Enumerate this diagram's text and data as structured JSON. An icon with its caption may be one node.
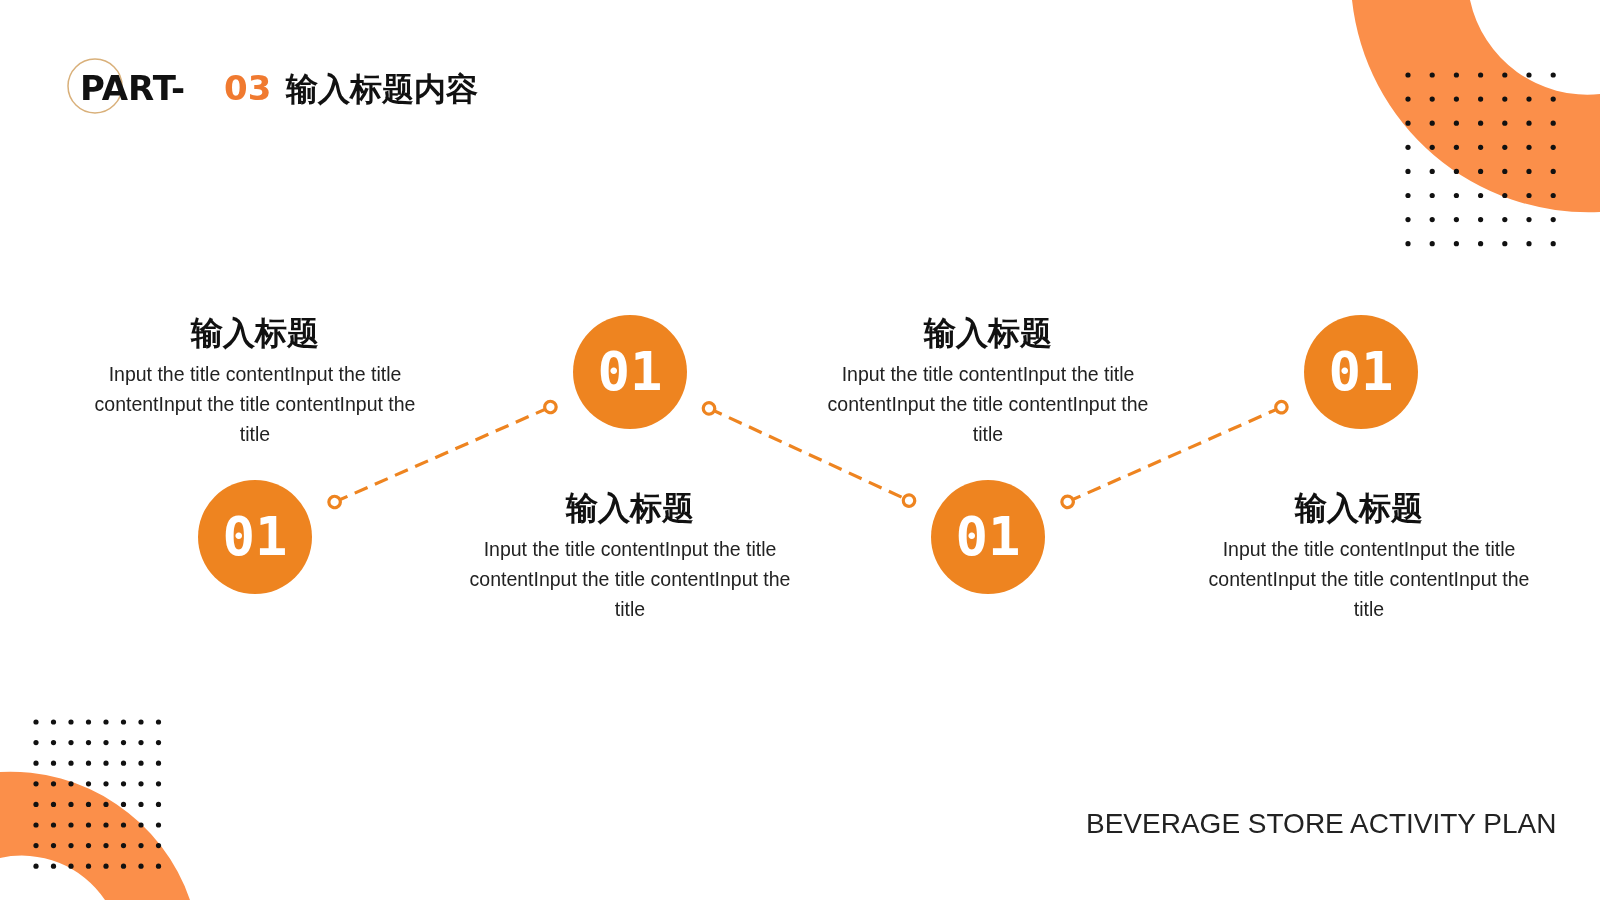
{
  "diagram": {
    "nodes": [
      {
        "text": [
          "01"
        ],
        "beside": [
          "输入标题",
          "Input the title contentInput the title contentInput the title contentInput the title"
        ]
      },
      {
        "text": [
          "01"
        ],
        "beside": [
          "输入标题",
          "Input the title contentInput the title contentInput the title contentInput the title"
        ]
      },
      {
        "text": [
          "01"
        ],
        "beside": [
          "输入标题",
          "Input the title contentInput the title contentInput the title contentInput the title"
        ]
      },
      {
        "text": [
          "01"
        ],
        "beside": [
          "输入标题",
          "Input the title contentInput the title contentInput the title contentInput the title"
        ]
      }
    ],
    "edges": [
      {
        "from": 0,
        "to": 1,
        "arrow": "other",
        "style": "dashed"
      },
      {
        "from": 1,
        "to": 2,
        "arrow": "other",
        "style": "dashed"
      },
      {
        "from": 2,
        "to": 3,
        "arrow": "other",
        "style": "dashed"
      }
    ],
    "labels": [
      "PART-",
      "03",
      "输入标题内容",
      "BEVERAGE STORE ACTIVITY PLAN"
    ]
  }
}
